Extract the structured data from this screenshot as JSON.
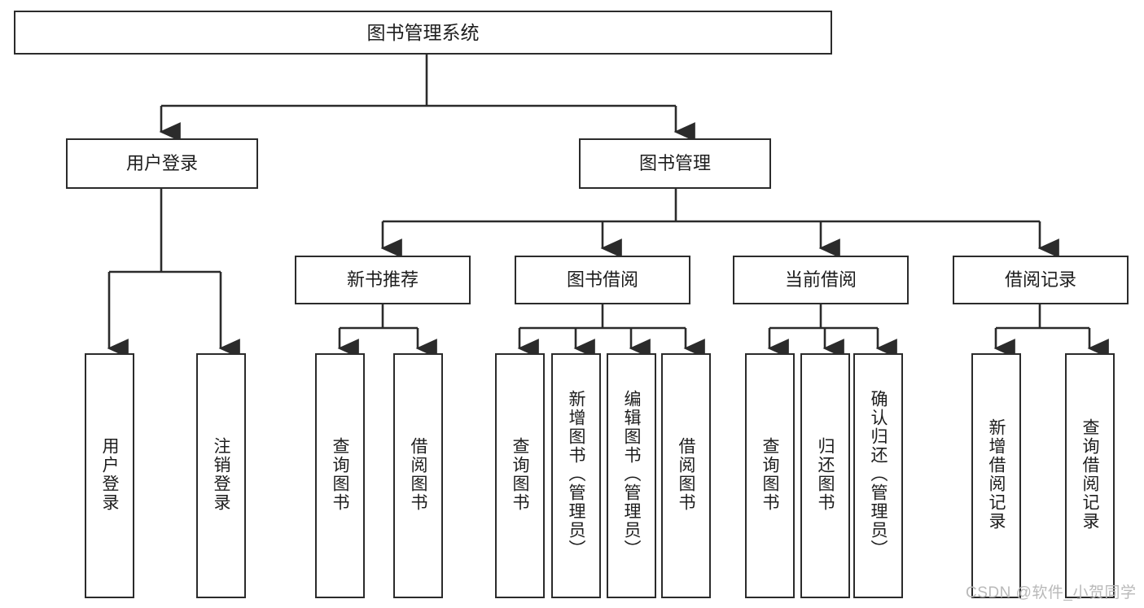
{
  "diagram": {
    "type": "tree-hierarchy-chart",
    "title": "图书管理系统",
    "theme": {
      "stroke": "#2b2b2b",
      "fill": "#ffffff",
      "text": "#1d1d1d",
      "watermark_color": "#b9b9b9"
    },
    "root": {
      "label": "图书管理系统"
    },
    "level2": [
      {
        "id": "user-login",
        "label": "用户登录"
      },
      {
        "id": "book-management",
        "label": "图书管理"
      }
    ],
    "level3": [
      {
        "id": "new-book-recommend",
        "label": "新书推荐",
        "parent": "book-management"
      },
      {
        "id": "book-borrow",
        "label": "图书借阅",
        "parent": "book-management"
      },
      {
        "id": "current-borrow",
        "label": "当前借阅",
        "parent": "book-management"
      },
      {
        "id": "borrow-record",
        "label": "借阅记录",
        "parent": "book-management"
      }
    ],
    "leaves": {
      "user-login": [
        {
          "id": "leaf-user-login",
          "label": "用户登录"
        },
        {
          "id": "leaf-logout",
          "label": "注销登录"
        }
      ],
      "new-book-recommend": [
        {
          "id": "leaf-query-books-1",
          "label": "查询图书"
        },
        {
          "id": "leaf-borrow-books-1",
          "label": "借阅图书"
        }
      ],
      "book-borrow": [
        {
          "id": "leaf-query-books-2",
          "label": "查询图书"
        },
        {
          "id": "leaf-add-book",
          "label": "新增图书（管理员）"
        },
        {
          "id": "leaf-edit-book",
          "label": "编辑图书（管理员）"
        },
        {
          "id": "leaf-borrow-books-2",
          "label": "借阅图书"
        }
      ],
      "current-borrow": [
        {
          "id": "leaf-query-books-3",
          "label": "查询图书"
        },
        {
          "id": "leaf-return-book",
          "label": "归还图书"
        },
        {
          "id": "leaf-confirm-return",
          "label": "确认归还（管理员）"
        }
      ],
      "borrow-record": [
        {
          "id": "leaf-add-record",
          "label": "新增借阅记录"
        },
        {
          "id": "leaf-query-record",
          "label": "查询借阅记录"
        }
      ]
    }
  },
  "watermark": {
    "text": "CSDN @软件_小贺同学"
  }
}
